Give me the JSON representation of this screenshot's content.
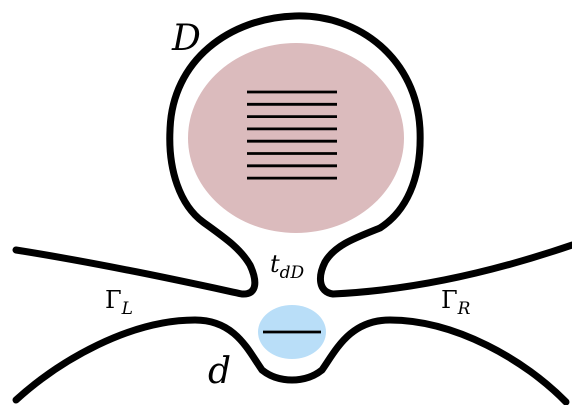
{
  "labels": {
    "large_dot": "D",
    "small_dot": "d",
    "tunnel_main": "t",
    "tunnel_sub": "dD",
    "gamma_left_main": "Γ",
    "gamma_left_sub": "L",
    "gamma_right_main": "Γ",
    "gamma_right_sub": "R"
  },
  "large_dot_level_count": 8,
  "small_dot_level_count": 1,
  "colors": {
    "outline": "#000000",
    "large_dot_fill": "#dbbbbd",
    "small_dot_fill": "#b9def8",
    "energy_level": "#000000",
    "background": "#ffffff"
  }
}
